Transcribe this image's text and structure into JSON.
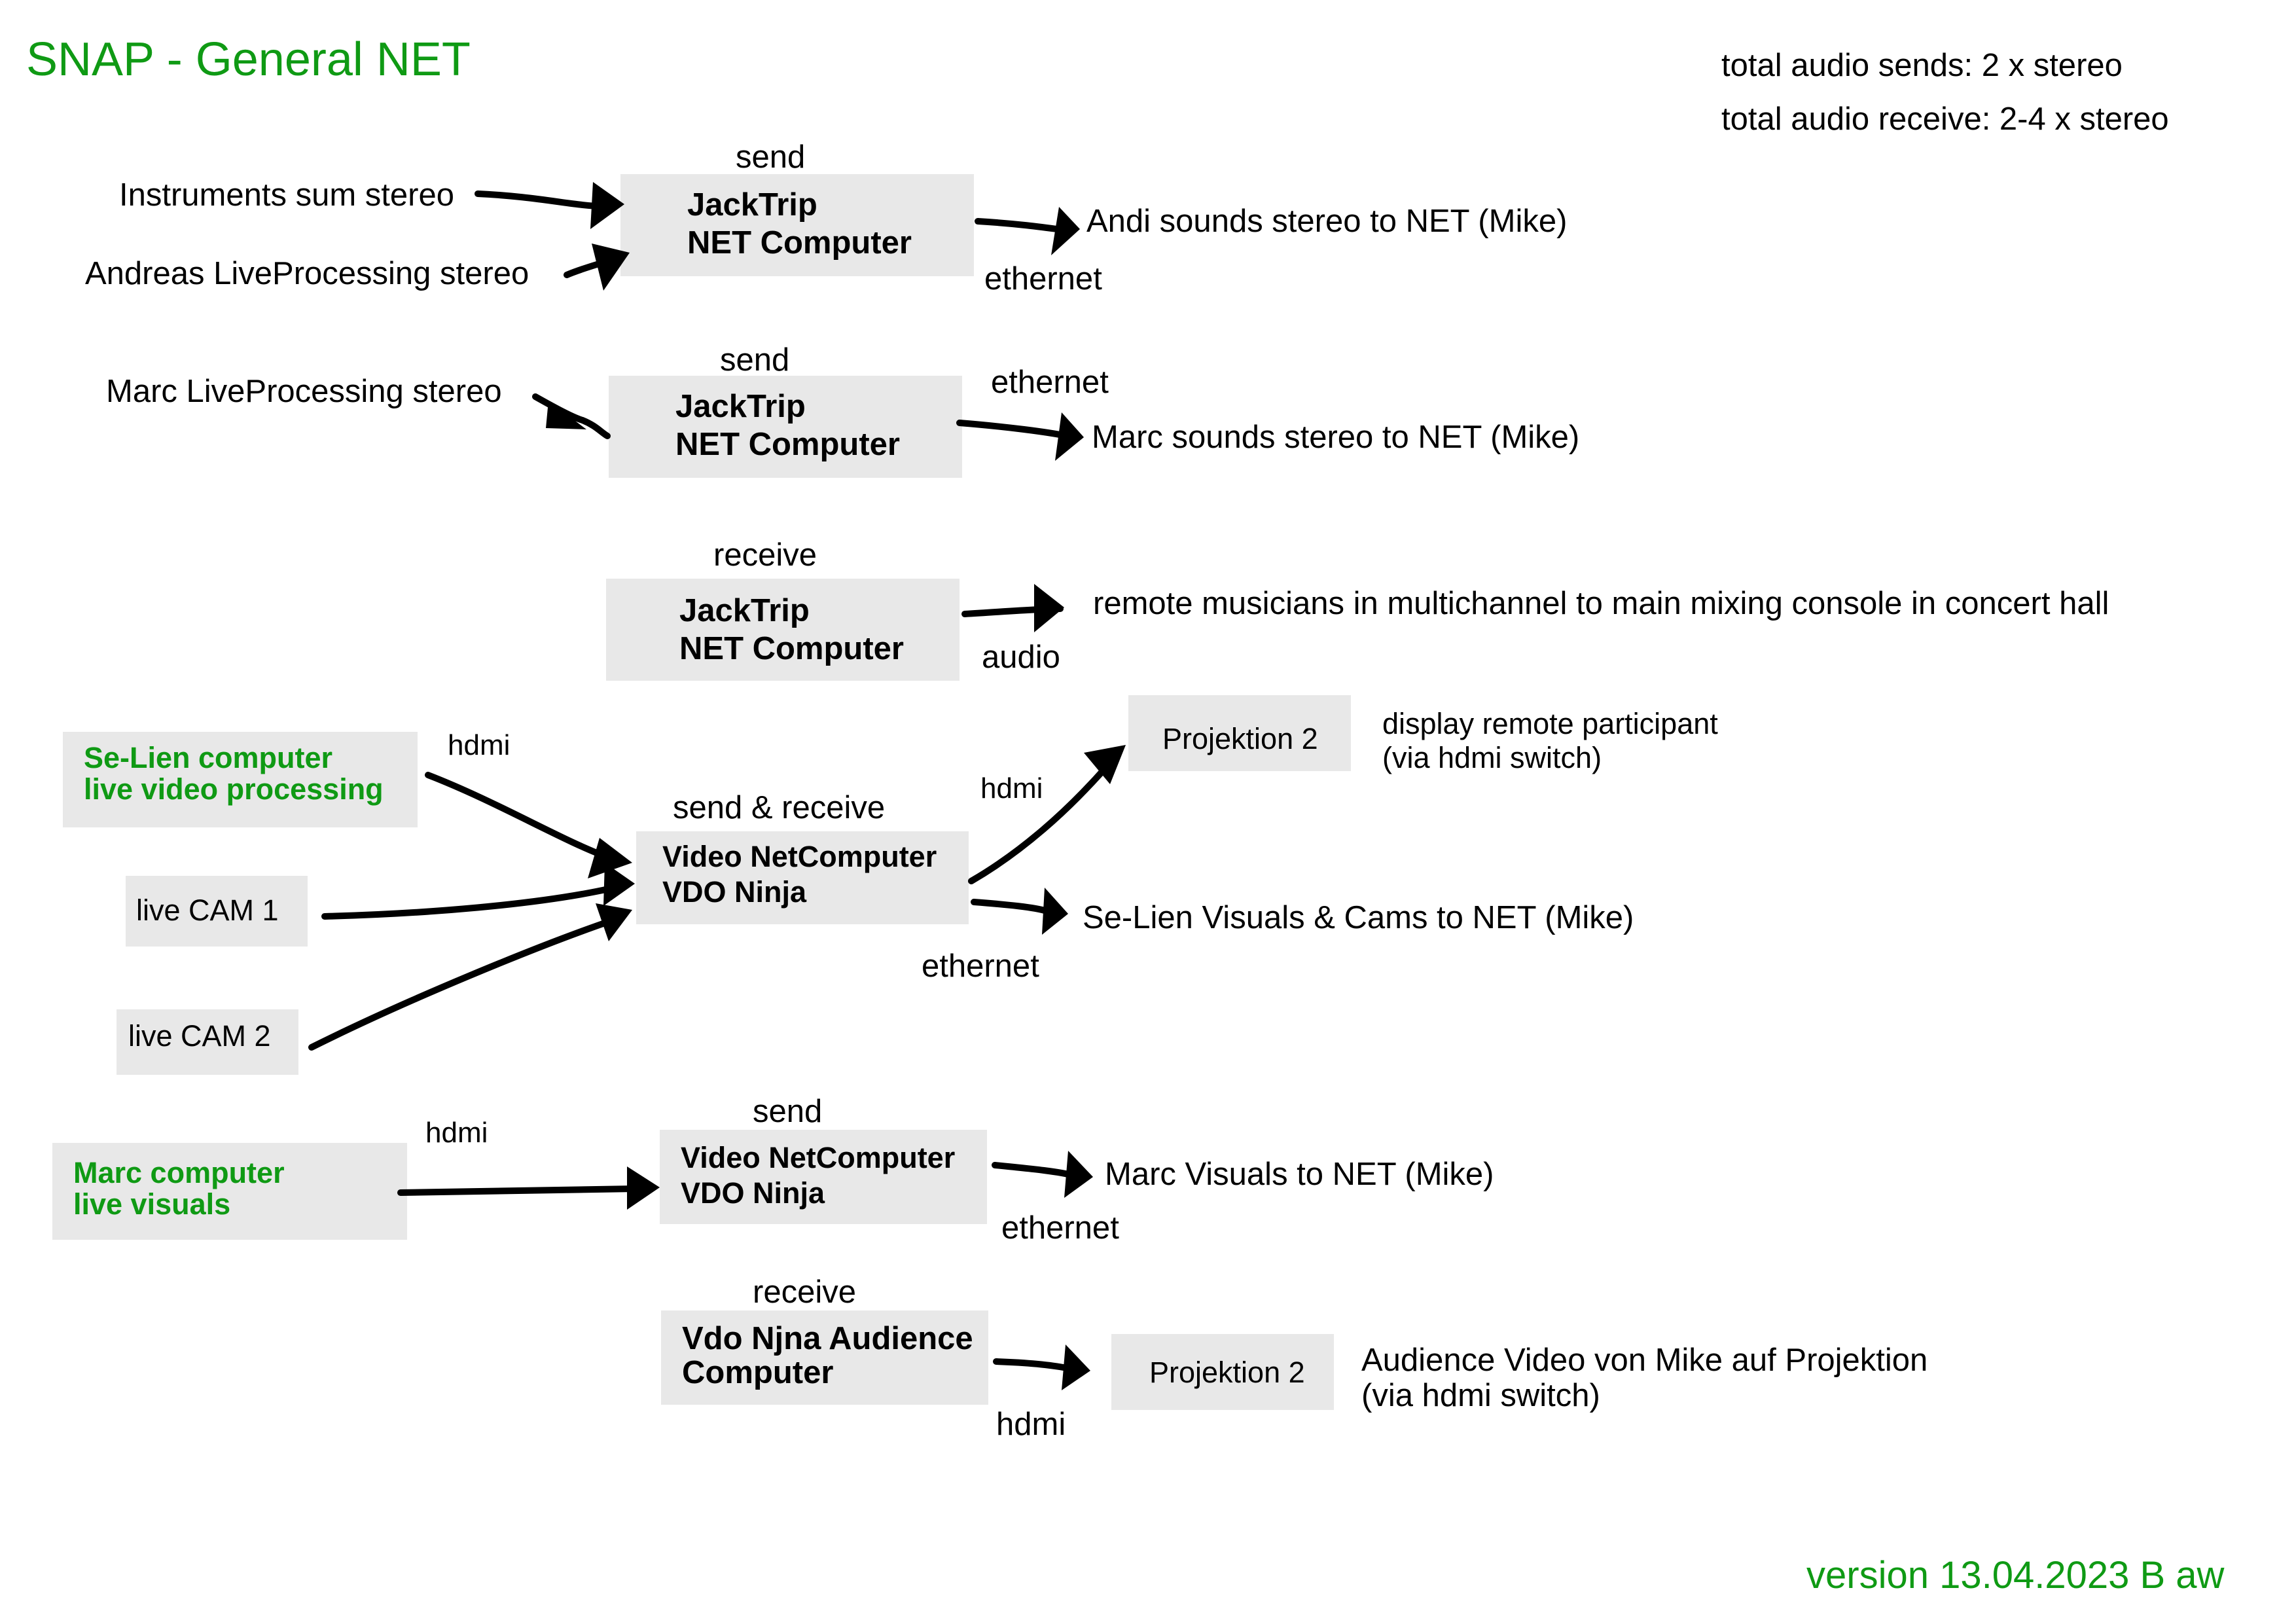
{
  "title": "SNAP - General NET",
  "totals": {
    "sends": "total audio sends: 2 x stereo",
    "receive": "total audio receive: 2-4 x stereo"
  },
  "version": "version 13.04.2023 B aw",
  "colors": {
    "accent": "#0f9a14",
    "box_fill": "#e8e8e8"
  },
  "jack1": {
    "header": "send",
    "line1": "JackTrip",
    "line2": "NET Computer",
    "in1": "Instruments sum stereo",
    "in2": "Andreas LiveProcessing stereo",
    "conn": "ethernet",
    "out": "Andi sounds stereo to NET (Mike)"
  },
  "jack2": {
    "header": "send",
    "line1": "JackTrip",
    "line2": "NET Computer",
    "in1": "Marc LiveProcessing stereo",
    "conn": "ethernet",
    "out": "Marc sounds stereo to NET (Mike)"
  },
  "jack3": {
    "header": "receive",
    "line1": "JackTrip",
    "line2": "NET Computer",
    "conn": "audio",
    "out": "remote musicians in multichannel to main mixing console in concert hall"
  },
  "video1": {
    "header": "send & receive",
    "line1": "Video NetComputer",
    "line2": "VDO Ninja",
    "src": {
      "line1": "Se-Lien computer",
      "line2": "live video processing"
    },
    "src_conn": "hdmi",
    "cam1": "live CAM 1",
    "cam2": "live CAM 2",
    "conn_top": "hdmi",
    "proj": "Projektion 2",
    "proj_desc1": "display remote participant",
    "proj_desc2": "(via hdmi switch)",
    "conn_bottom": "ethernet",
    "out": "Se-Lien Visuals & Cams to NET (Mike)"
  },
  "video2": {
    "header": "send",
    "line1": "Video NetComputer",
    "line2": "VDO Ninja",
    "src": {
      "line1": "Marc computer",
      "line2": "live visuals"
    },
    "src_conn": "hdmi",
    "conn": "ethernet",
    "out": "Marc Visuals to NET (Mike)"
  },
  "audience": {
    "header": "receive",
    "line1": "Vdo Njna Audience",
    "line2": "Computer",
    "conn": "hdmi",
    "proj": "Projektion 2",
    "desc1": "Audience Video von Mike auf Projektion",
    "desc2": "(via hdmi switch)"
  }
}
